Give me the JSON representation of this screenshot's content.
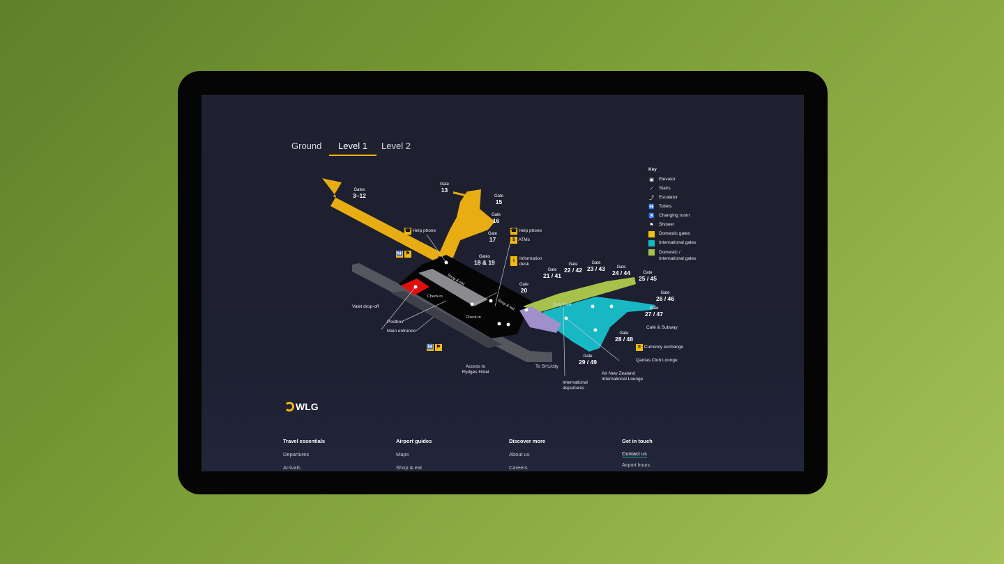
{
  "tabs": [
    {
      "label": "Ground"
    },
    {
      "label": "Level 1"
    },
    {
      "label": "Level 2"
    }
  ],
  "key": {
    "title": "Key",
    "items": [
      {
        "label": "Elevator",
        "icon": "elevator-icon"
      },
      {
        "label": "Stairs",
        "icon": "stairs-icon"
      },
      {
        "label": "Escalator",
        "icon": "escalator-icon"
      },
      {
        "label": "Toilets",
        "icon": "toilets-icon"
      },
      {
        "label": "Changing room",
        "icon": "changing-room-icon"
      },
      {
        "label": "Shower",
        "icon": "shower-icon"
      },
      {
        "label": "Domestic gates",
        "color": "#f2c10f"
      },
      {
        "label": "International gates",
        "color": "#17b8c4"
      },
      {
        "label": "Domestic / International gates",
        "color": "#a6c24a"
      }
    ]
  },
  "gates": {
    "word": "Gate",
    "words": "Gates",
    "g3_12": "3–12",
    "g13": "13",
    "g15": "15",
    "g16": "16",
    "g17": "17",
    "g18_19": "18 & 19",
    "g20": "20",
    "g21": "21 / 41",
    "g22": "22 / 42",
    "g23": "23 / 43",
    "g24": "24 / 44",
    "g25": "25 / 45",
    "g26": "26 / 46",
    "g27": "27 / 47",
    "g28": "28 / 48",
    "g29": "29 / 49"
  },
  "labels": {
    "help_phone": "Help phone",
    "help_phone2": "Help phone",
    "atms": "ATMs",
    "info_desk": "Information desk",
    "shop_eat": "Shop & eat",
    "shop_eat2": "Shop & eat",
    "check_in": "Check-in",
    "check_in2": "Check-in",
    "valet": "Valet drop-off",
    "postbox": "Postbox",
    "main_entrance": "Main entrance",
    "rydges": "Access to Rydges Hotel",
    "sh1": "To SH1/city",
    "intl_departures": "International departures",
    "airnz": "Air New Zealand International Lounge",
    "qantas": "Qantas Club Lounge",
    "currency": "Currency exchange",
    "cafe": "Café & Subway",
    "duty_free": "Duty free"
  },
  "logo": {
    "text": "WLG"
  },
  "footer": [
    {
      "heading": "Travel essentials",
      "links": [
        "Departures",
        "Arrivals"
      ]
    },
    {
      "heading": "Airport guides",
      "links": [
        "Maps",
        "Shop & eat"
      ]
    },
    {
      "heading": "Discover more",
      "links": [
        "About us",
        "Careers"
      ]
    },
    {
      "heading": "Get in touch",
      "links": [
        "Contact us",
        "Airport hours"
      ]
    }
  ],
  "colors": {
    "domestic": "#f2b90f",
    "international": "#17b8c4",
    "shared": "#a6c24a",
    "accent": "#f2b90f"
  }
}
